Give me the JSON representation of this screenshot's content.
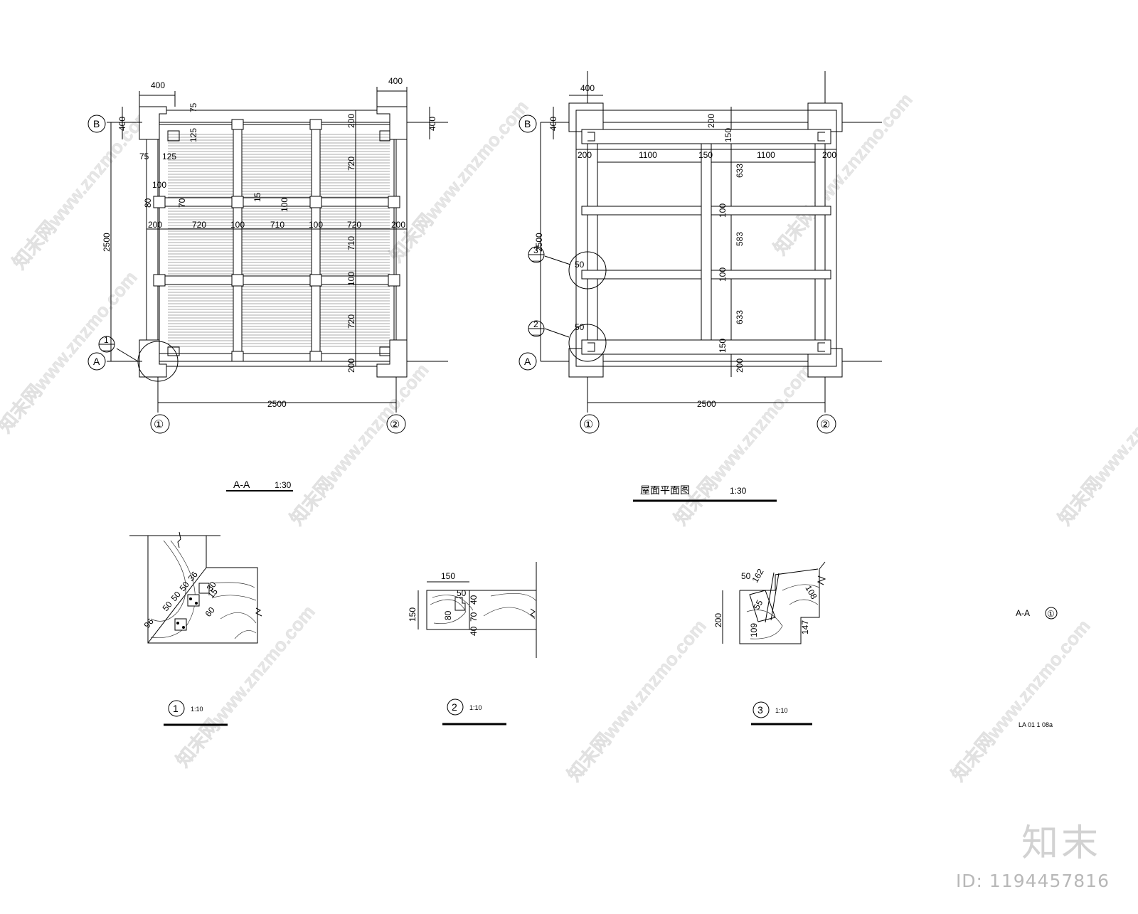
{
  "watermark": {
    "text": "知末网www.znzmo.com",
    "brand": "知末",
    "id_label": "ID: 1194457816"
  },
  "views": {
    "section_aa": {
      "title": "A-A",
      "scale": "1:30",
      "grid": {
        "row_b": "B",
        "row_a": "A",
        "col_1": "①",
        "col_2": "②"
      },
      "dims": {
        "post_width_top_left": "400",
        "post_width_top_right": "400",
        "post_height_left": "400",
        "post_height_right": "400",
        "offset_75_top": "75",
        "offset_125_top": "125",
        "offset_75_left": "75",
        "offset_125_left": "125",
        "top_band": "200",
        "bay_1": "720",
        "bay_2": "710",
        "bay_3": "720",
        "beam_a": "100",
        "beam_b": "100",
        "bottom_band": "200",
        "total_height": "2500",
        "total_width": "2500",
        "h_left_band": "200",
        "h_bay_1": "720",
        "h_post_1": "100",
        "h_bay_2": "710",
        "h_post_2": "100",
        "h_bay_3": "720",
        "h_right_band": "200",
        "small_100": "100",
        "small_80": "80",
        "small_70": "70",
        "small_15": "15",
        "small_100b": "100"
      },
      "callout": {
        "number": "1",
        "sheet": "—"
      }
    },
    "roof_plan": {
      "title": "屋面平面图",
      "scale": "1:30",
      "grid": {
        "row_b": "B",
        "row_a": "A",
        "col_1": "①",
        "col_2": "②"
      },
      "dims": {
        "post_width": "400",
        "post_height": "400",
        "top_band": "200",
        "top_beam": "150",
        "h_left": "200",
        "h_span_1": "1100",
        "h_center": "150",
        "h_span_2": "1100",
        "h_right": "200",
        "v_633_a": "633",
        "v_100_a": "100",
        "v_583": "583",
        "v_100_b": "100",
        "v_633_b": "633",
        "bottom_beam": "150",
        "bottom_band": "200",
        "total_height": "2500",
        "total_width": "2500",
        "detail_50_a": "50",
        "detail_50_b": "50"
      },
      "callout_3": {
        "number": "3",
        "sheet": "—"
      },
      "callout_2": {
        "number": "2",
        "sheet": "—"
      }
    },
    "detail_1": {
      "number": "1",
      "scale": "1:10",
      "dims": {
        "d50a": "50",
        "d50b": "50",
        "d50c": "50",
        "d36": "36",
        "d15": "15",
        "d30": "30",
        "d60": "60",
        "d96": "96"
      }
    },
    "detail_2": {
      "number": "2",
      "scale": "1:10",
      "dims": {
        "width": "150",
        "height": "150",
        "d50": "50",
        "d80": "80",
        "d40a": "40",
        "d70": "70",
        "d40b": "40"
      }
    },
    "detail_3": {
      "number": "3",
      "scale": "1:10",
      "dims": {
        "d50": "50",
        "d162": "162",
        "d55": "55",
        "d108": "108",
        "d200": "200",
        "d109": "109",
        "d147": "147"
      }
    },
    "side_note": {
      "label": "A-A",
      "ref": "①"
    },
    "sheet_code": "LA 01 1 08a"
  }
}
